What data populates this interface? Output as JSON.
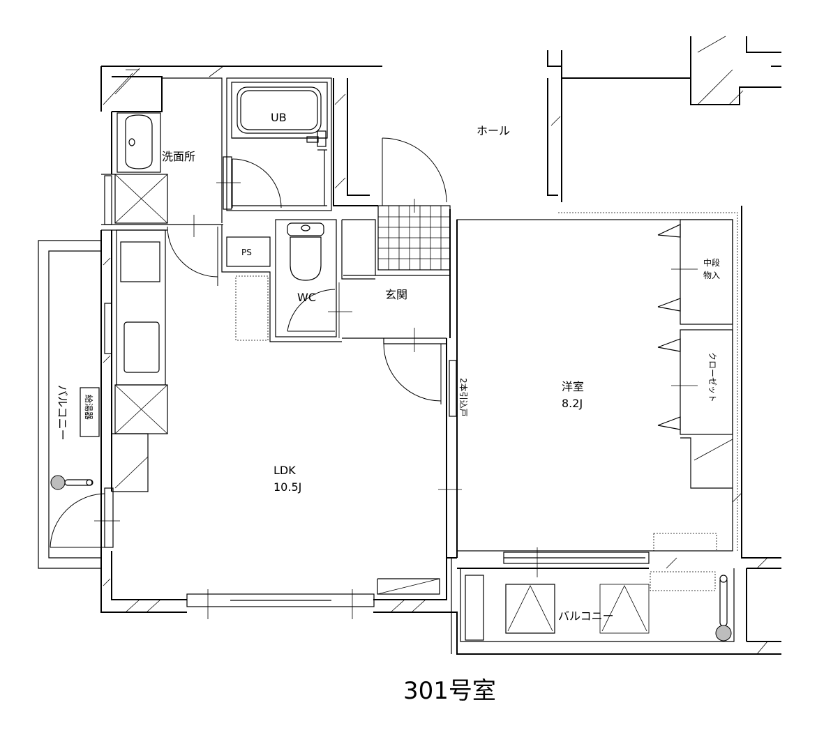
{
  "title": "301号室",
  "rooms": {
    "ub": "UB",
    "washroom": "洗面所",
    "hall": "ホール",
    "ps": "PS",
    "wc": "WC",
    "entrance": "玄関",
    "ldk_name": "LDK",
    "ldk_size": "10.5J",
    "western_name": "洋室",
    "western_size": "8.2J",
    "storage_top": "中段",
    "storage_bottom": "物入",
    "closet": "クローゼット",
    "sliding_door": "2本引込戸",
    "balcony_left": "バルコニー",
    "water_heater": "給湯器",
    "balcony_bottom": "バルコニー"
  }
}
